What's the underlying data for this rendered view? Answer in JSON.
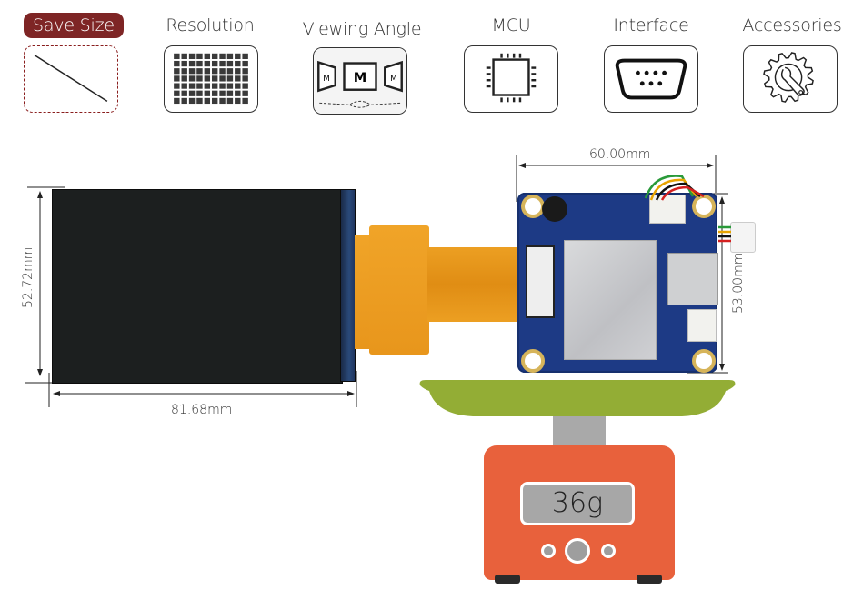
{
  "tabs": [
    {
      "label": "Save Size",
      "icon": "diagonal-size-icon",
      "active": true
    },
    {
      "label": "Resolution",
      "icon": "pixel-grid-icon",
      "active": false
    },
    {
      "label": "Viewing Angle",
      "icon": "viewing-angle-icon",
      "active": false
    },
    {
      "label": "MCU",
      "icon": "chip-icon",
      "active": false
    },
    {
      "label": "Interface",
      "icon": "serial-port-icon",
      "active": false
    },
    {
      "label": "Accessories",
      "icon": "gear-wrench-icon",
      "active": false
    }
  ],
  "viewing_angle_letter": "M",
  "dimensions": {
    "lcd_height": "52.72mm",
    "lcd_width": "81.68mm",
    "board_width": "60.00mm",
    "board_height": "53.00mm"
  },
  "scale": {
    "weight": "36g"
  },
  "colors": {
    "active_tab": "#7e2525",
    "tray": "#93ad35",
    "scale_body": "#e8613c",
    "pcb": "#1d3a85",
    "fpc": "#f0a428"
  }
}
